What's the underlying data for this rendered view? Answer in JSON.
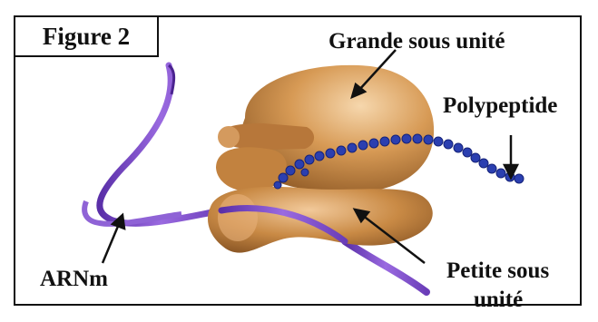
{
  "figure": {
    "title": "Figure 2"
  },
  "labels": {
    "large_subunit": "Grande sous unité",
    "polypeptide": "Polypeptide",
    "mrna": "ARNm",
    "small_subunit_line1": "Petite sous",
    "small_subunit_line2": "unité"
  },
  "colors": {
    "ribosome_fill": "#c98a45",
    "ribosome_shade": "#8a5522",
    "mrna_ribbon": "#7a4cc4",
    "polypeptide_beads": "#2b3fb0"
  }
}
